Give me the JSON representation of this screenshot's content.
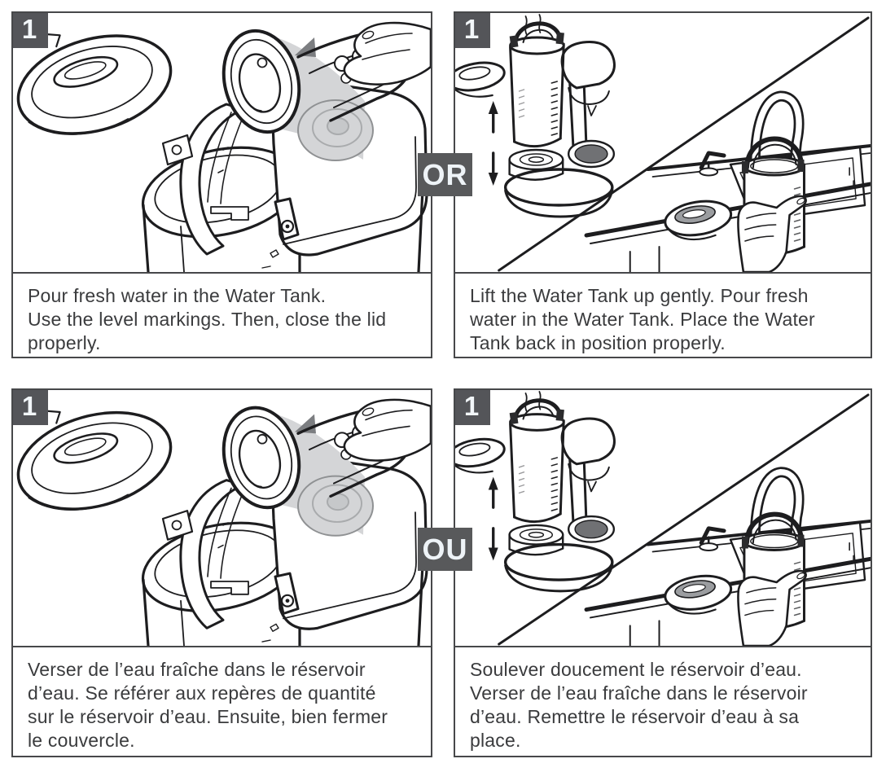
{
  "page": {
    "background": "#ffffff",
    "panel_border_color": "#47484a",
    "caption_text_color": "#3a3b3d",
    "badge_bg_color": "#58595b",
    "badge_text_color": "#eef3f7",
    "illustration_stroke_color": "#1d1d1f",
    "light_gray_fill": "#d4d5d7",
    "dark_gray_fill": "#707174"
  },
  "connectors": {
    "top": "OR",
    "bottom": "OU"
  },
  "panels": [
    {
      "id": "top-left",
      "step_number": "1",
      "language": "English",
      "illustration": "pour-fresh-water-into-tank-on-machine",
      "caption_lines": [
        "Pour fresh water in the Water Tank.",
        "Use the level markings. Then, close the lid",
        "properly."
      ]
    },
    {
      "id": "top-right",
      "step_number": "1",
      "language": "English",
      "illustration": "lift-tank-and-fill-at-sink",
      "caption_lines": [
        "Lift the Water Tank up gently. Pour fresh",
        "water in the Water Tank. Place the Water",
        "Tank back in position properly."
      ]
    },
    {
      "id": "bottom-left",
      "step_number": "1",
      "language": "French",
      "illustration": "pour-fresh-water-into-tank-on-machine",
      "caption_lines": [
        "Verser de l’eau fraîche dans le réservoir",
        "d’eau. Se référer aux repères de quantité",
        "sur le réservoir d’eau. Ensuite, bien fermer",
        "le couvercle."
      ]
    },
    {
      "id": "bottom-right",
      "step_number": "1",
      "language": "French",
      "illustration": "lift-tank-and-fill-at-sink",
      "caption_lines": [
        "Soulever doucement le réservoir d’eau.",
        "Verser de l’eau fraîche dans le réservoir",
        "d’eau. Remettre le réservoir d’eau à sa",
        "place."
      ]
    }
  ]
}
